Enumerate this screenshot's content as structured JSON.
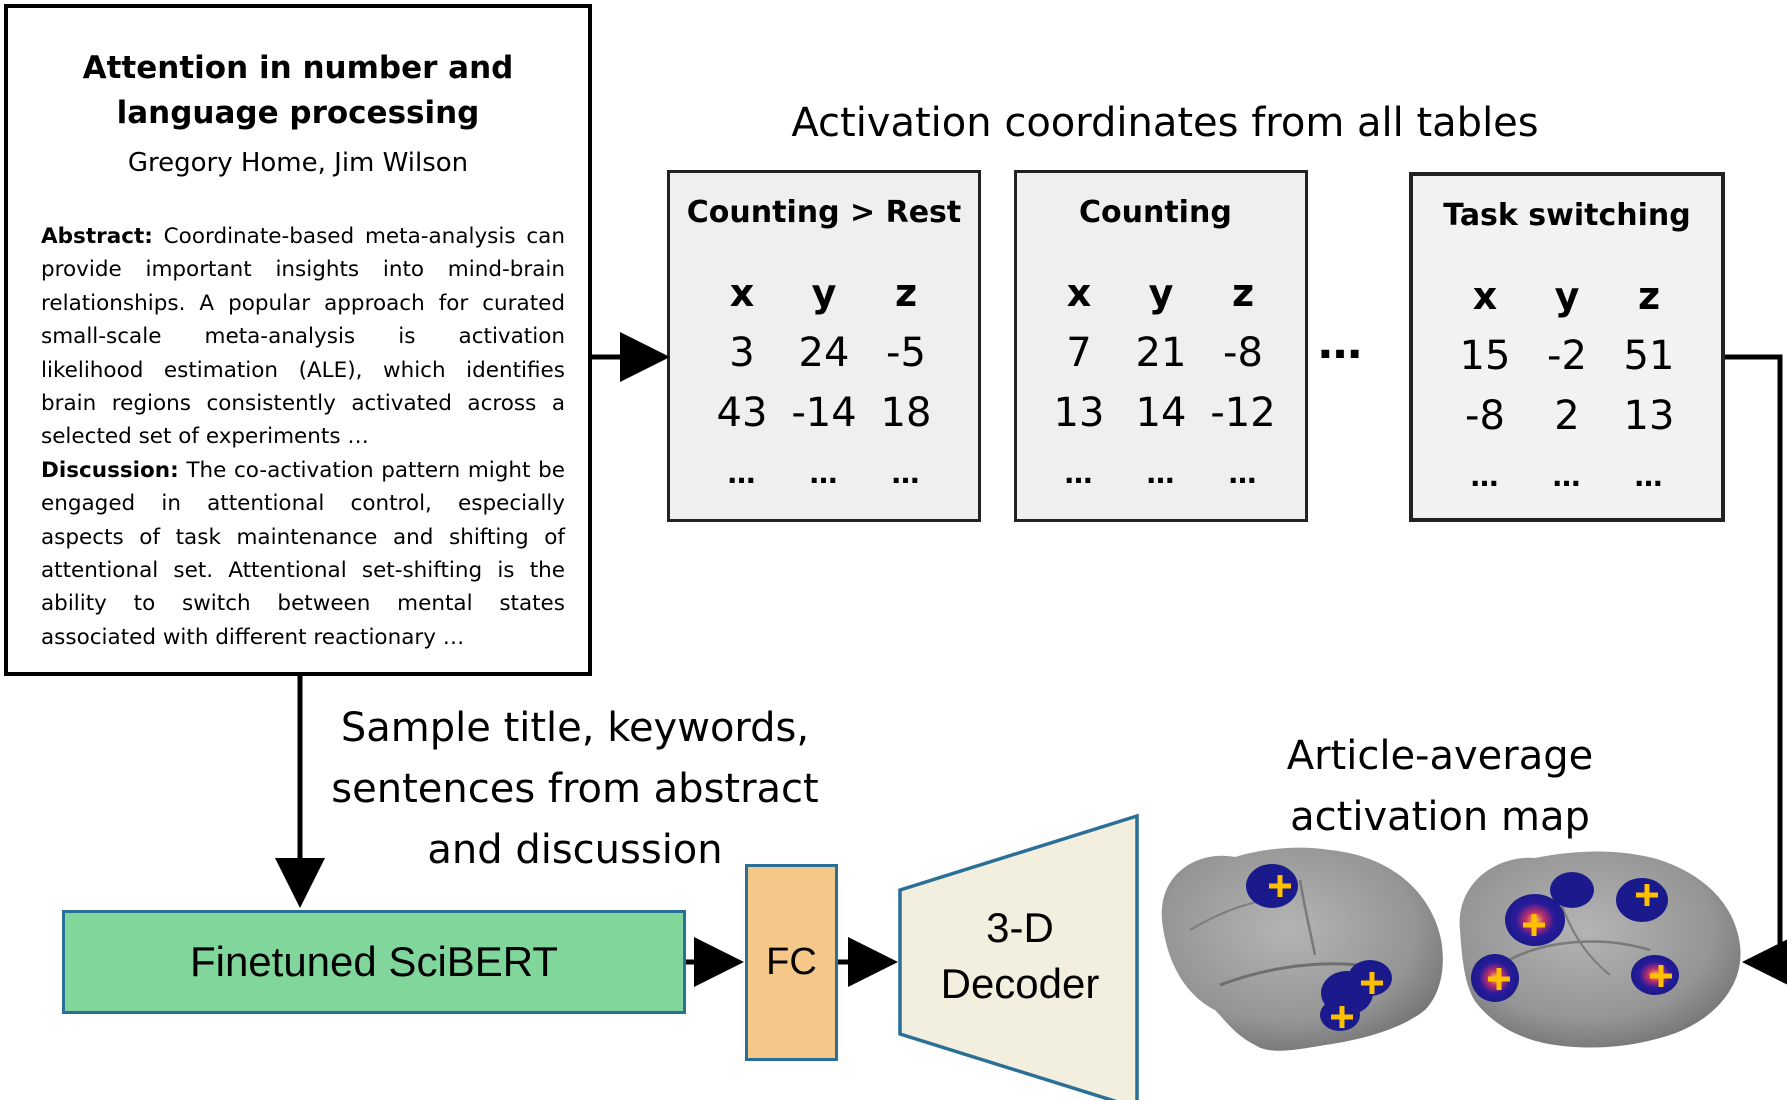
{
  "paper": {
    "title_line1": "Attention in number and",
    "title_line2": "language processing",
    "authors": "Gregory Home, Jim Wilson",
    "abstract_label": "Abstract:",
    "abstract_text": "Coordinate-based meta-analysis can provide important insights into mind-brain relationships. A popular approach for curated small-scale meta-analysis is activation likelihood estimation (ALE), which identifies brain regions consistently activated across a selected set of experiments …",
    "discussion_label": "Discussion:",
    "discussion_text": "The co-activation pattern might be engaged in attentional control, especially aspects of task maintenance and shifting of attentional set. Attentional set-shifting is the ability to switch between mental states associated with different reactionary …"
  },
  "tables_heading": "Activation coordinates from all tables",
  "tables": [
    {
      "title": "Counting > Rest",
      "header": [
        "x",
        "y",
        "z"
      ],
      "rows": [
        [
          "3",
          "24",
          "-5"
        ],
        [
          "43",
          "-14",
          "18"
        ],
        [
          "…",
          "…",
          "…"
        ]
      ]
    },
    {
      "title": "Counting",
      "header": [
        "x",
        "y",
        "z"
      ],
      "rows": [
        [
          "7",
          "21",
          "-8"
        ],
        [
          "13",
          "14",
          "-12"
        ],
        [
          "…",
          "…",
          "…"
        ]
      ]
    },
    {
      "title": "Task switching",
      "header": [
        "x",
        "y",
        "z"
      ],
      "rows": [
        [
          "15",
          "-2",
          "51"
        ],
        [
          "-8",
          "2",
          "13"
        ],
        [
          "…",
          "…",
          "…"
        ]
      ]
    }
  ],
  "tables_ellipsis": "…",
  "sample_text": {
    "line1": "Sample title, keywords,",
    "line2": "sentences from abstract",
    "line3": "and discussion"
  },
  "pipeline": {
    "encoder_label": "Finetuned SciBERT",
    "fc_label": "FC",
    "decoder_line1": "3-D",
    "decoder_line2": "Decoder"
  },
  "map_title": {
    "line1": "Article-average",
    "line2": "activation map"
  },
  "colors": {
    "encoder_fill": "#80d69b",
    "fc_fill": "#f5c88a",
    "decoder_fill": "#f3efde",
    "box_border": "#2a6f95",
    "table_fill": "#efefef",
    "brain_fill": "#9a9a9a",
    "activation_blob": "#1a1a8c",
    "peak_marker": "#ffc000"
  }
}
